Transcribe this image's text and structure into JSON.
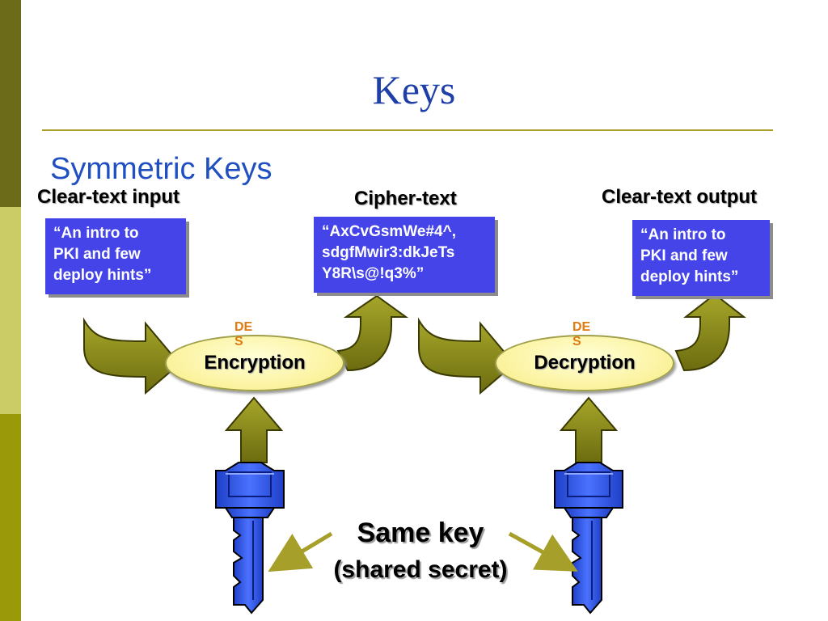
{
  "slide": {
    "title": "Keys",
    "subtitle": "Symmetric Keys"
  },
  "labels": {
    "input": "Clear-text input",
    "cipher": "Cipher-text",
    "output": "Clear-text output"
  },
  "boxes": {
    "input": [
      "“An intro to",
      "PKI and few",
      "deploy hints”"
    ],
    "cipher": [
      "“AxCvGsmWe#4^,",
      "sdgfMwir3:dkJeTs",
      "Y8R\\s@!q3%”"
    ],
    "output": [
      "“An intro to",
      "PKI and few",
      "deploy hints”"
    ]
  },
  "processes": {
    "encryption": {
      "label": "Encryption",
      "algo_line1": "DE",
      "algo_line2": "S"
    },
    "decryption": {
      "label": "Decryption",
      "algo_line1": "DE",
      "algo_line2": "S"
    }
  },
  "caption": {
    "line1": "Same key",
    "line2": "(shared secret)"
  },
  "colors": {
    "arrow_fill": "#8e8e16",
    "key_fill": "#2e54e6",
    "box_fill": "#4444e8",
    "title": "#1f3fa8",
    "accent_line": "#a8a02a"
  }
}
